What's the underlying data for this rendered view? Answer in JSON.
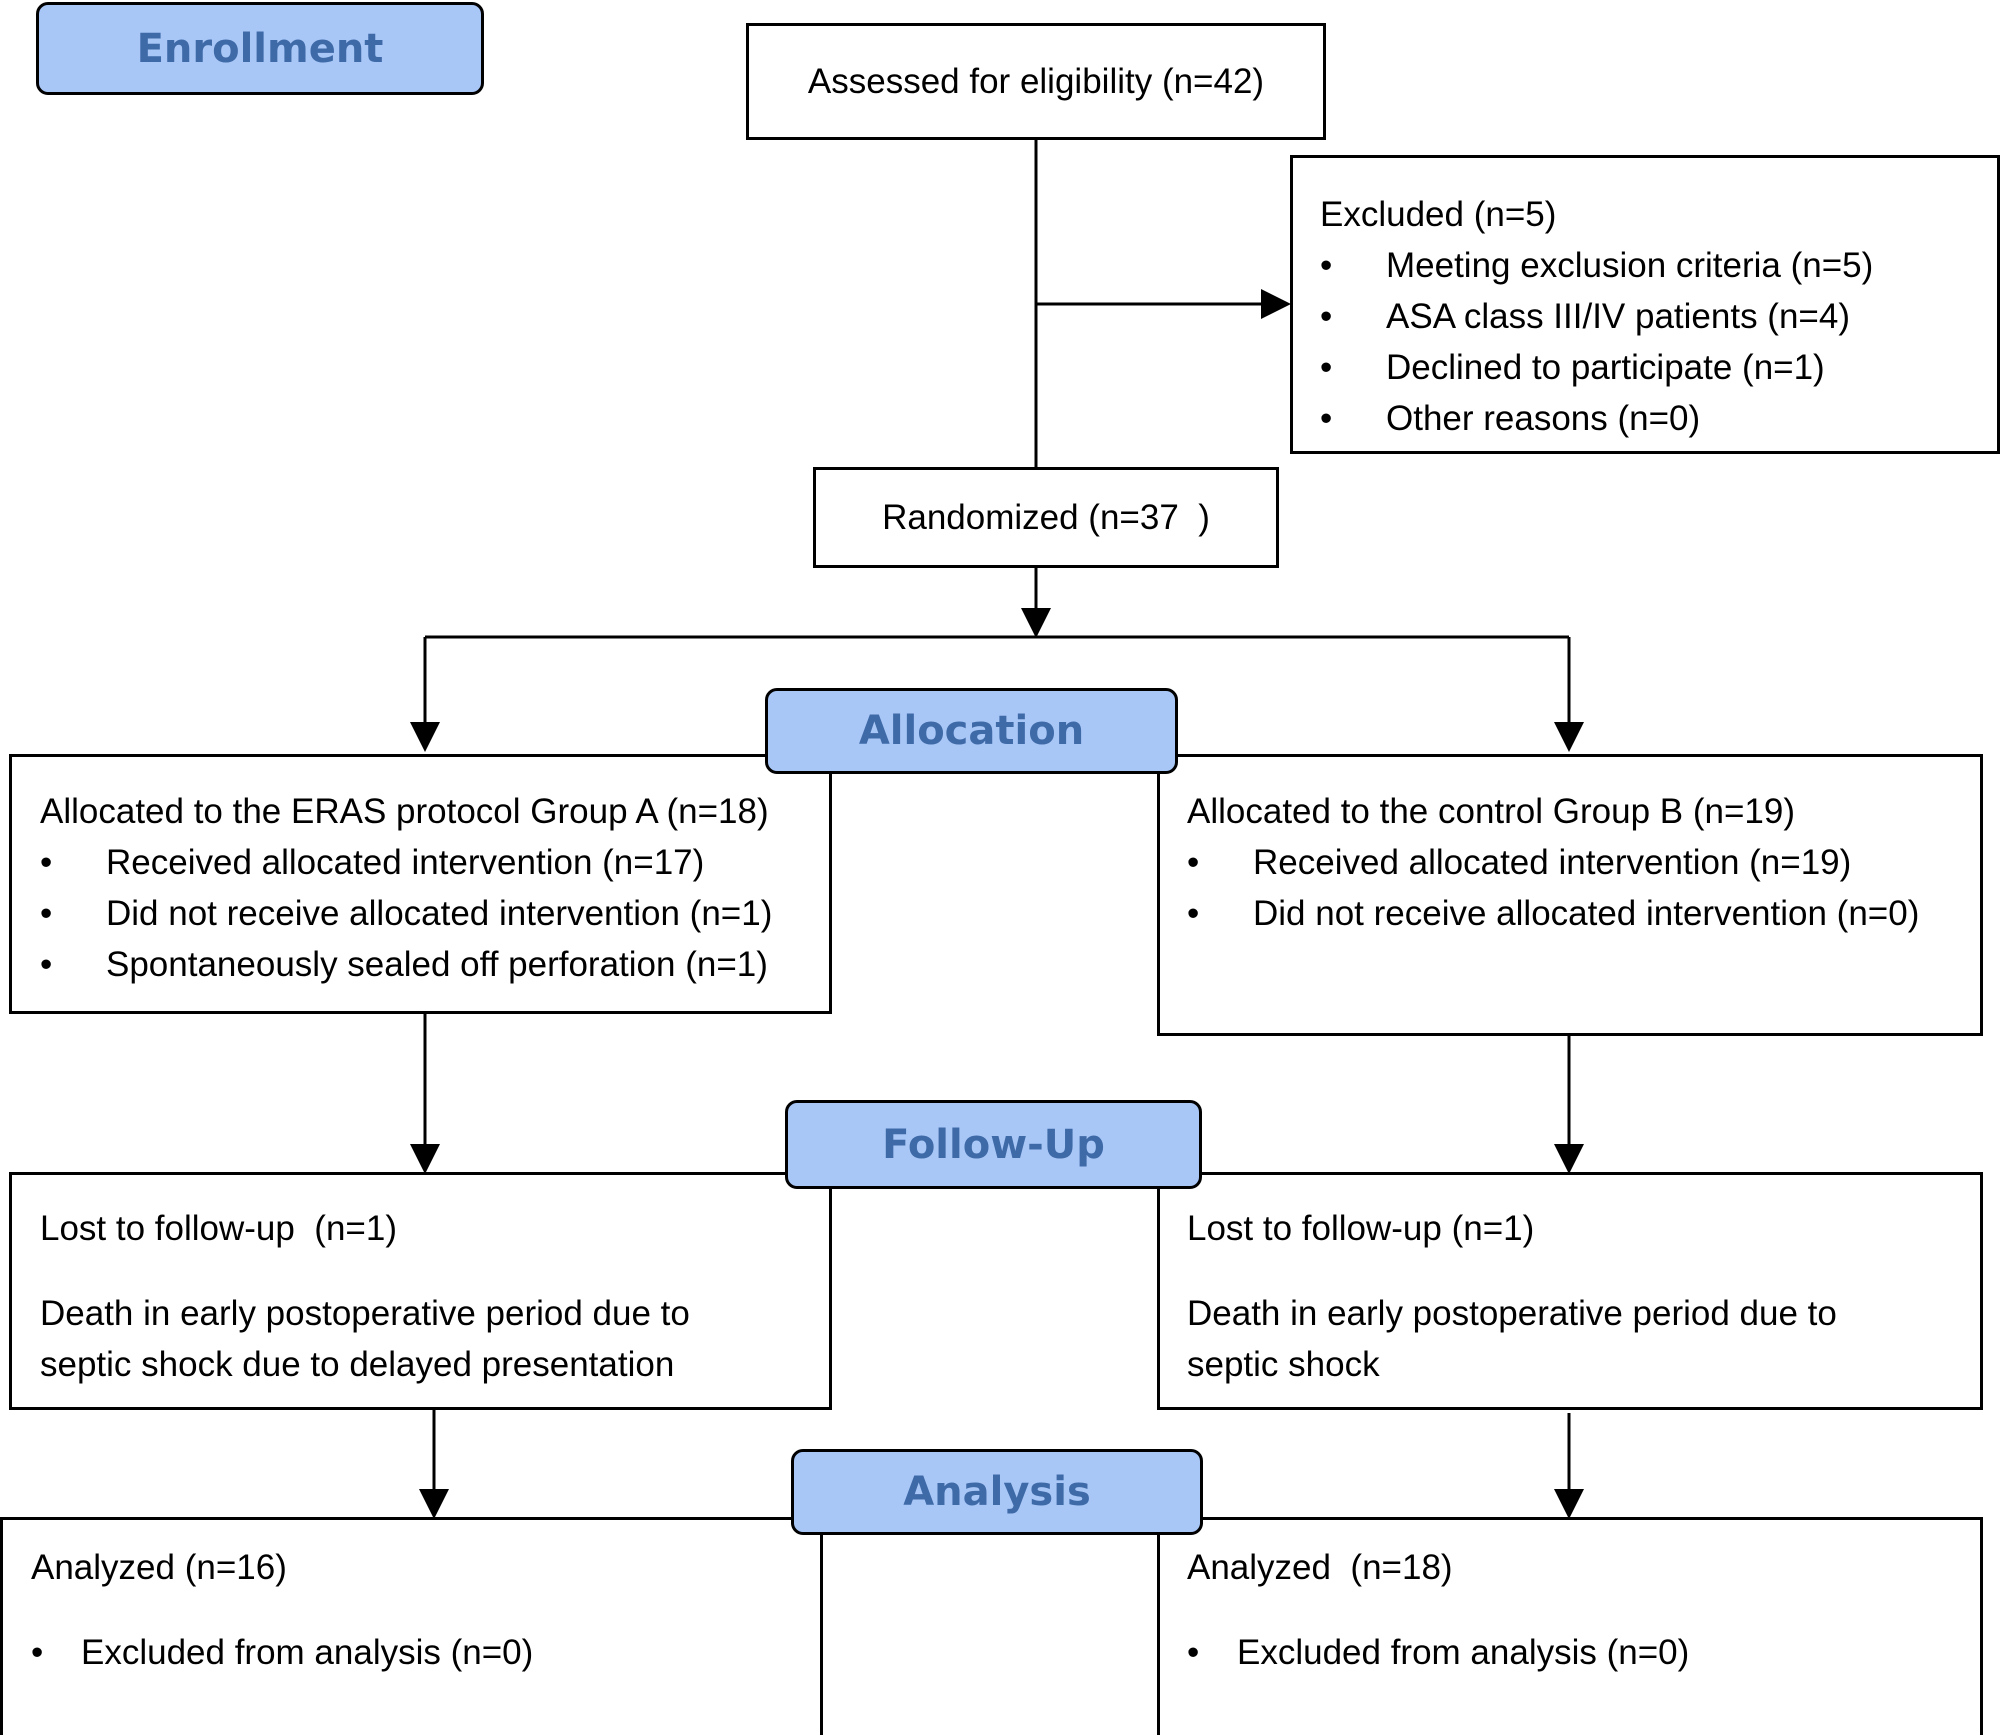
{
  "stages": {
    "enrollment": "Enrollment",
    "allocation": "Allocation",
    "follow_up": "Follow-Up",
    "analysis": "Analysis"
  },
  "assessed": "Assessed for eligibility (n=42)",
  "excluded": {
    "title": "Excluded  (n=5)",
    "items": [
      "Meeting exclusion criteria (n=5)",
      "ASA  class III/IV patients (n=4)",
      "Declined to participate (n=1)",
      "Other reasons (n=0)"
    ]
  },
  "randomized": "Randomized (n=37  )",
  "allocation_a": {
    "title": "Allocated to the ERAS protocol Group A (n=18)",
    "items": [
      "Received allocated intervention (n=17)",
      "Did not receive allocated intervention (n=1)",
      "Spontaneously sealed off perforation (n=1)"
    ]
  },
  "allocation_b": {
    "title": "Allocated to the control Group B (n=19)",
    "items": [
      "Received allocated intervention (n=19)",
      "Did not receive allocated intervention (n=0)"
    ]
  },
  "followup_a": {
    "lost": "Lost to follow-up  (n=1)",
    "reason_line1": "Death in early postoperative period due to",
    "reason_line2": "septic shock due to delayed presentation"
  },
  "followup_b": {
    "lost": "Lost to follow-up (n=1)",
    "reason_line1": "Death in early postoperative period due to",
    "reason_line2": "septic shock"
  },
  "analysis_a": {
    "title": "Analyzed (n=16)",
    "items": [
      "Excluded from analysis (n=0)"
    ]
  },
  "analysis_b": {
    "title": "Analyzed  (n=18)",
    "items": [
      "Excluded from analysis (n=0)"
    ]
  }
}
